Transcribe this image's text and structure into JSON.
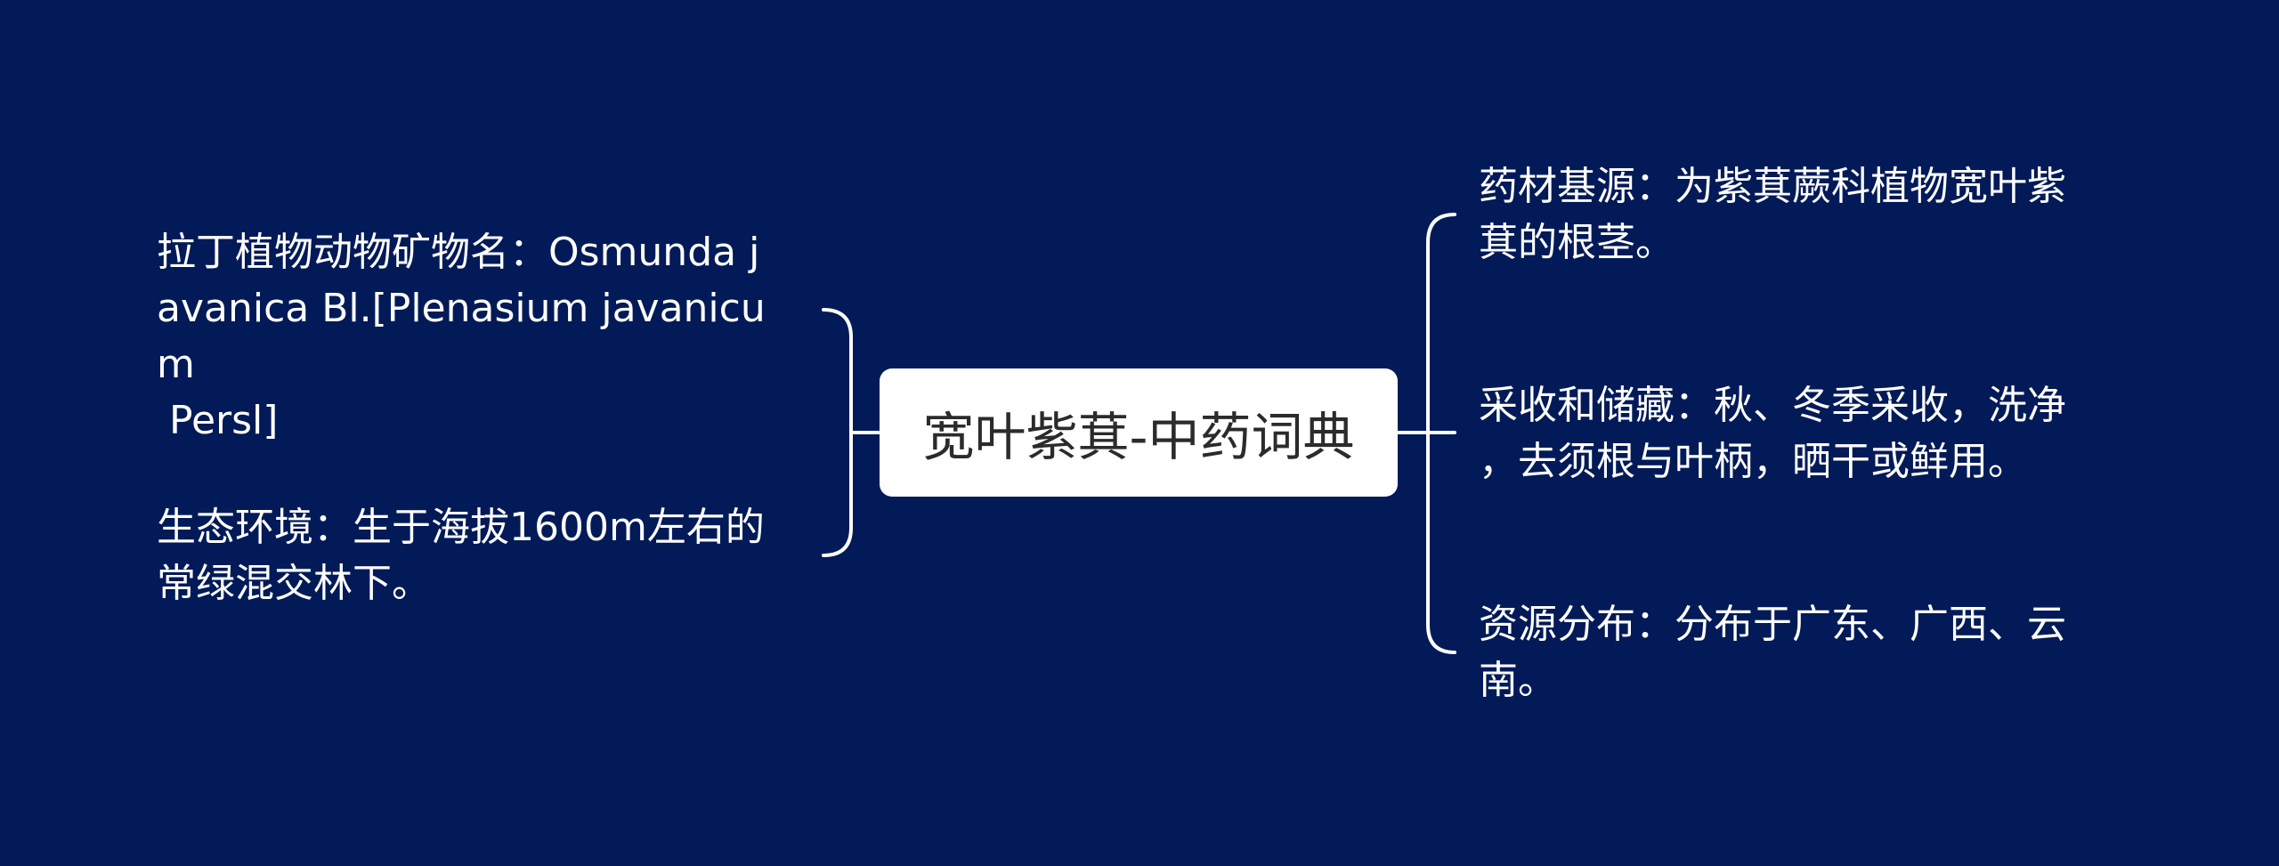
{
  "diagram": {
    "center": {
      "label": "宽叶紫萁-中药词典"
    },
    "left_branches": [
      {
        "text": "拉丁植物动物矿物名：Osmunda j\navanica Bl.[Plenasium javanicum\n Persl]"
      },
      {
        "text": "生态环境：生于海拔1600m左右的\n常绿混交林下。"
      }
    ],
    "right_branches": [
      {
        "text": "药材基源：为紫萁蕨科植物宽叶紫\n萁的根茎。"
      },
      {
        "text": "采收和储藏：秋、冬季采收，洗净\n，去须根与叶柄，晒干或鲜用。"
      },
      {
        "text": "资源分布：分布于广东、广西、云\n南。"
      }
    ]
  },
  "colors": {
    "background": "#021a57",
    "node_fill": "#ffffff",
    "node_text": "#2b2b2b",
    "branch_text": "#ffffff",
    "connector": "#ffffff"
  }
}
